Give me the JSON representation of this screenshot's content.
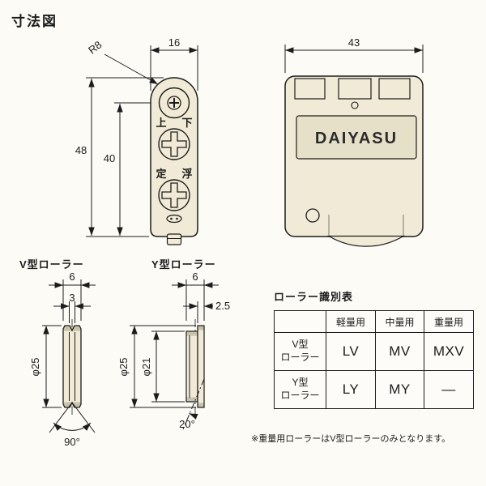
{
  "title": "寸法図",
  "front_view": {
    "dim_width": "16",
    "radius_label": "R8",
    "dim_height_outer": "48",
    "dim_height_inner": "40",
    "adjust_up": "上",
    "adjust_down": "下",
    "adjust_fix": "定",
    "adjust_float": "浮"
  },
  "side_view": {
    "dim_width": "43",
    "brand": "DAIYASU"
  },
  "v_roller": {
    "label": "V型ローラー",
    "dim_width": "6",
    "dim_hub": "3",
    "dim_diameter": "φ25",
    "groove_angle": "90°"
  },
  "y_roller": {
    "label": "Y型ローラー",
    "dim_width": "6",
    "dim_flange": "2.5",
    "dim_outer": "φ25",
    "dim_inner": "φ21",
    "flange_angle": "20°"
  },
  "table": {
    "title": "ローラー識別表",
    "headers": [
      "軽量用",
      "中量用",
      "重量用"
    ],
    "rows": [
      {
        "label_line1": "V型",
        "label_line2": "ローラー",
        "values": [
          "LV",
          "MV",
          "MXV"
        ]
      },
      {
        "label_line1": "Y型",
        "label_line2": "ローラー",
        "values": [
          "LY",
          "MY",
          "—"
        ]
      }
    ]
  },
  "note": "※重量用ローラーはV型ローラーのみとなります。",
  "colors": {
    "body_fill": "#f0ead6",
    "line": "#1c1c1c"
  }
}
